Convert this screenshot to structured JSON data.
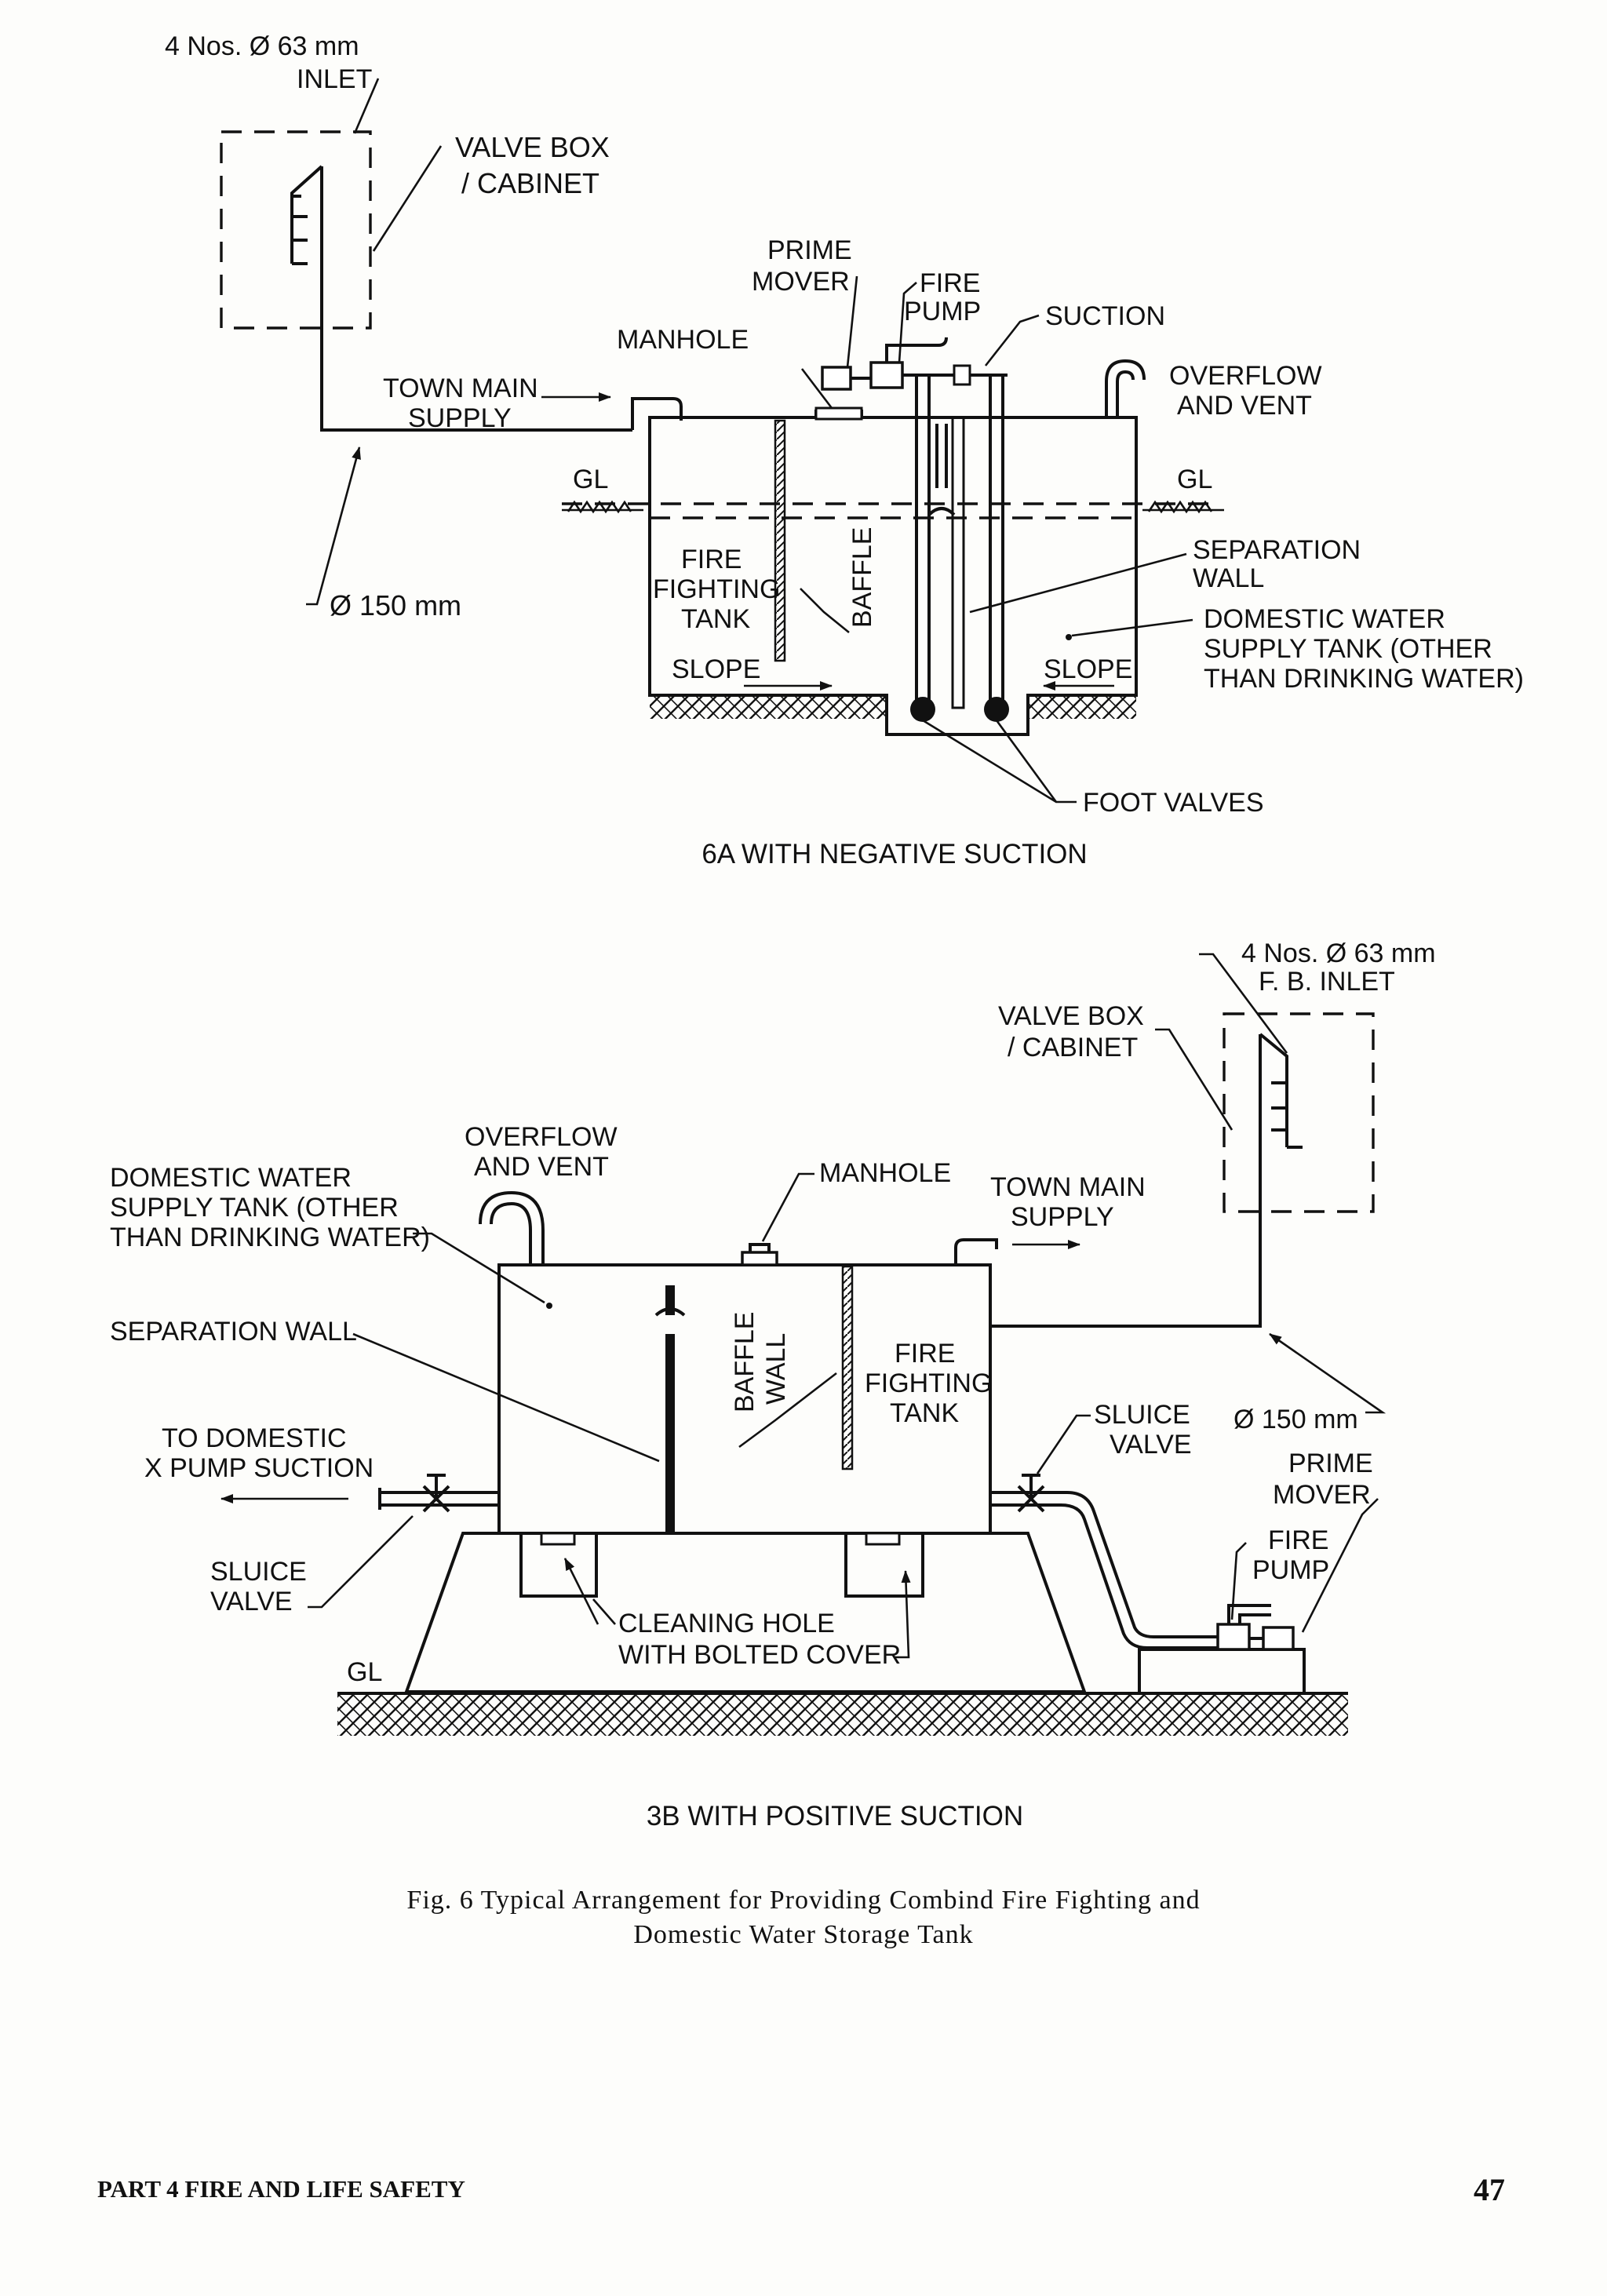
{
  "diagram_6a": {
    "caption": "6A WITH NEGATIVE SUCTION",
    "inlet_1": "4 Nos. Ø 63 mm",
    "inlet_2": "INLET",
    "valve_box_1": "VALVE BOX",
    "valve_box_2": "/ CABINET",
    "prime_mover_1": "PRIME",
    "prime_mover_2": "MOVER",
    "fire_pump_1": "FIRE",
    "fire_pump_2": "PUMP",
    "suction": "SUCTION",
    "manhole": "MANHOLE",
    "town_main_1": "TOWN MAIN",
    "town_main_2": "SUPPLY",
    "overflow_1": "OVERFLOW",
    "overflow_2": "AND VENT",
    "gl_left": "GL",
    "gl_right": "GL",
    "separation_1": "SEPARATION",
    "separation_2": "WALL",
    "fire_tank_1": "FIRE",
    "fire_tank_2": "FIGHTING",
    "fire_tank_3": "TANK",
    "baffle": "BAFFLE",
    "pipe_dia": "Ø 150 mm",
    "domestic_1": "DOMESTIC WATER",
    "domestic_2": "SUPPLY TANK (OTHER",
    "domestic_3": "THAN DRINKING WATER)",
    "slope_left": "SLOPE",
    "slope_right": "SLOPE",
    "foot_valves": "FOOT VALVES"
  },
  "diagram_3b": {
    "caption": "3B WITH POSITIVE SUCTION",
    "inlet_1": "4 Nos. Ø 63 mm",
    "inlet_2": "F. B. INLET",
    "valve_box_1": "VALVE BOX",
    "valve_box_2": "/ CABINET",
    "overflow_1": "OVERFLOW",
    "overflow_2": "AND VENT",
    "domestic_1": "DOMESTIC WATER",
    "domestic_2": "SUPPLY TANK (OTHER",
    "domestic_3": "THAN DRINKING WATER)",
    "manhole": "MANHOLE",
    "town_main_1": "TOWN MAIN",
    "town_main_2": "SUPPLY",
    "separation": "SEPARATION WALL",
    "baffle_1": "BAFFLE",
    "baffle_2": "WALL",
    "fire_tank_1": "FIRE",
    "fire_tank_2": "FIGHTING",
    "fire_tank_3": "TANK",
    "sluice_right_1": "SLUICE",
    "sluice_right_2": "VALVE",
    "pipe_dia": "Ø 150 mm",
    "to_domestic_1": "TO DOMESTIC",
    "to_domestic_2": "X PUMP SUCTION",
    "prime_mover_1": "PRIME",
    "prime_mover_2": "MOVER",
    "fire_pump_1": "FIRE",
    "fire_pump_2": "PUMP",
    "sluice_left_1": "SLUICE",
    "sluice_left_2": "VALVE",
    "cleaning_1": "CLEANING HOLE",
    "cleaning_2": "WITH BOLTED COVER",
    "gl": "GL"
  },
  "figure": {
    "line_1": "Fig. 6 Typical Arrangement for Providing Combind Fire Fighting and",
    "line_2": "Domestic Water Storage Tank"
  },
  "footer": {
    "part": "PART 4 FIRE AND LIFE SAFETY",
    "page_number": "47"
  }
}
